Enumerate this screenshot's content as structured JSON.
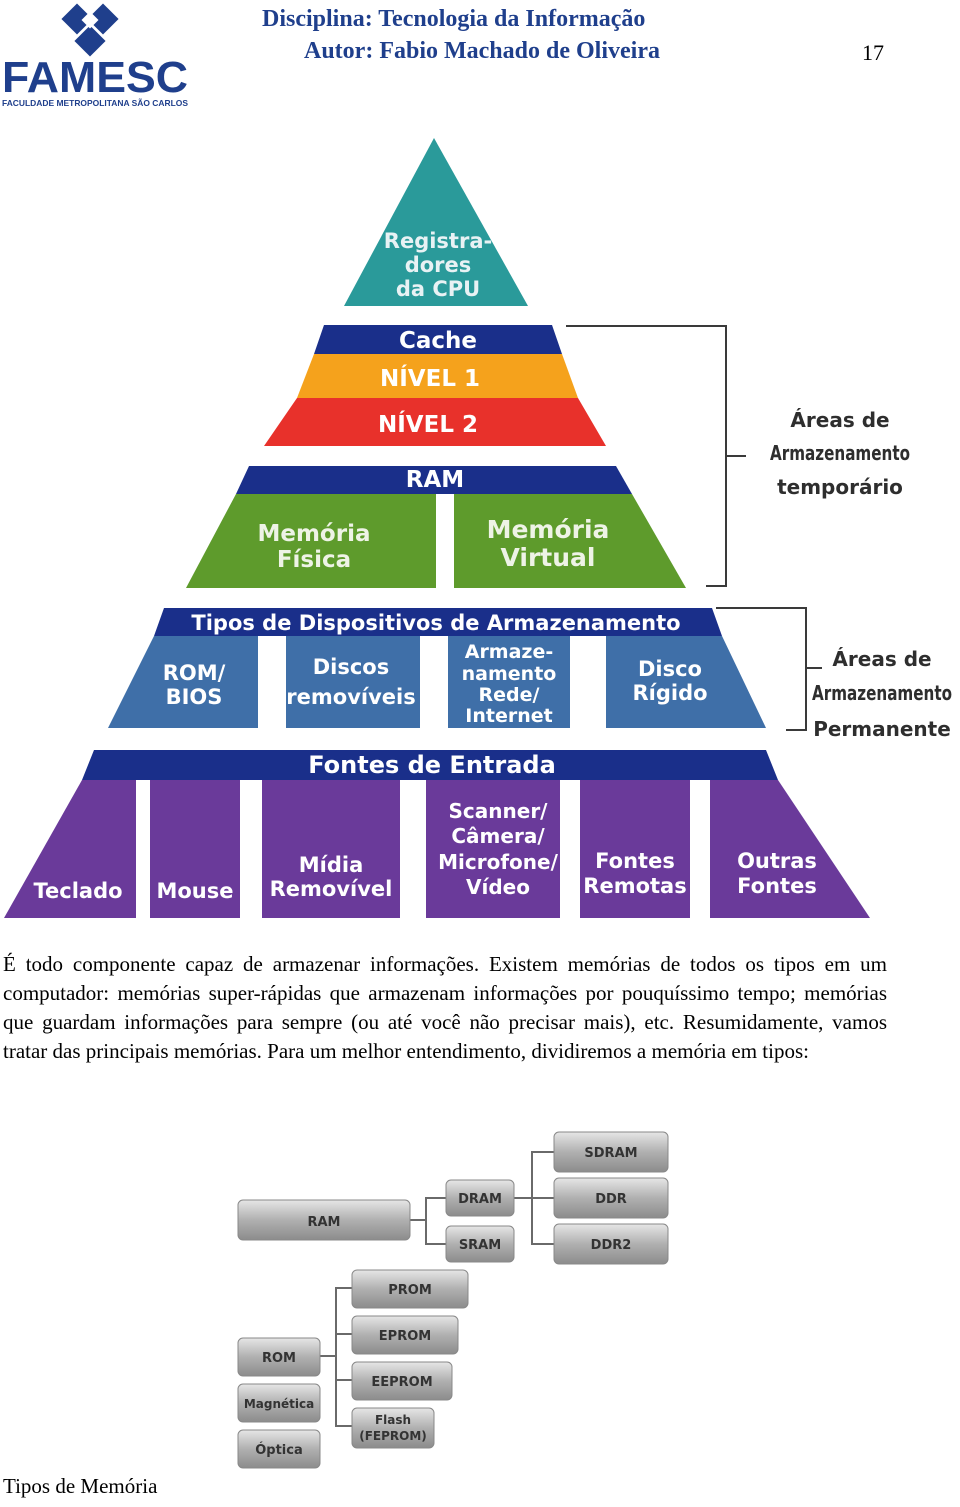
{
  "header": {
    "discipline": "Disciplina: Tecnologia da Informação",
    "author": "Autor: Fabio Machado de Oliveira",
    "page_number": "17"
  },
  "logo": {
    "name": "FAMESC",
    "subtitle": "FACULDADE METROPOLITANA SÃO CARLOS"
  },
  "pyramid": {
    "registers": [
      "Registra-",
      "dores",
      "da CPU"
    ],
    "cache": "Cache",
    "level1": "NÍVEL 1",
    "level2": "NÍVEL 2",
    "ram": "RAM",
    "physical_memory": [
      "Memória",
      "Física"
    ],
    "virtual_memory": [
      "Memória",
      "Virtual"
    ],
    "storage_types": "Tipos de Dispositivos de Armazenamento",
    "rom_bios": [
      "ROM/",
      "BIOS"
    ],
    "removable_disks": [
      "Discos",
      "removíveis"
    ],
    "network_storage": [
      "Armaze-",
      "namento",
      "Rede/",
      "Internet"
    ],
    "hard_disk": [
      "Disco",
      "Rígido"
    ],
    "input_sources": "Fontes de Entrada",
    "keyboard": "Teclado",
    "mouse": "Mouse",
    "removable_media": [
      "Mídia",
      "Removível"
    ],
    "scanner": [
      "Scanner/",
      "Câmera/",
      "Microfone/",
      "Vídeo"
    ],
    "remote_sources": [
      "Fontes",
      "Remotas"
    ],
    "other_sources": [
      "Outras",
      "Fontes"
    ],
    "temporary_label": [
      "Áreas de",
      "Armazenamento",
      "temporário"
    ],
    "permanent_label": [
      "Áreas de",
      "Armazenamento",
      "Permanente"
    ],
    "colors": {
      "teal": "#2a9a9a",
      "navy": "#1a2f8a",
      "orange": "#f5a21c",
      "red": "#e8312b",
      "green": "#5e9b2c",
      "steel_blue": "#3f6fa8",
      "purple": "#6a3a9a"
    }
  },
  "paragraph": "É todo componente capaz de armazenar informações. Existem memórias de todos os tipos em um computador: memórias super-rápidas que armazenam informações por pouquíssimo tempo; memórias que guardam informações para sempre (ou até você não precisar mais), etc. Resumidamente, vamos tratar das principais memórias. Para um melhor entendimento, dividiremos a memória em tipos:",
  "tree": {
    "ram": "RAM",
    "dram": "DRAM",
    "sram": "SRAM",
    "sdram": "SDRAM",
    "ddr": "DDR",
    "ddr2": "DDR2",
    "rom": "ROM",
    "magnetic": "Magnética",
    "optical": "Óptica",
    "prom": "PROM",
    "eprom": "EPROM",
    "eeprom": "EEPROM",
    "flash": [
      "Flash",
      "(FEPROM)"
    ]
  },
  "caption": "Tipos de Memória"
}
